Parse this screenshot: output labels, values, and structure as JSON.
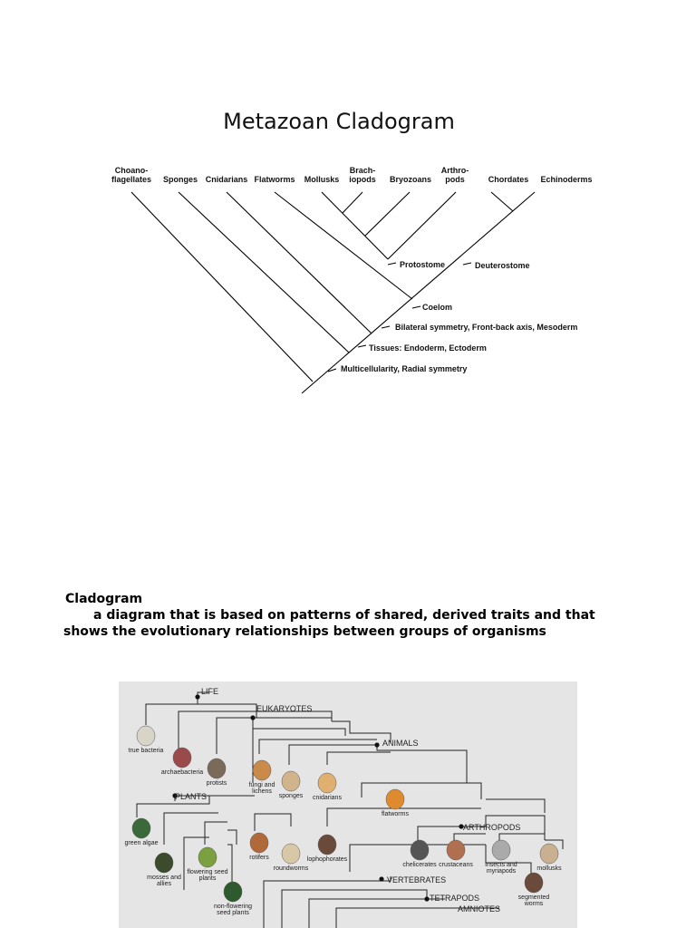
{
  "title": "Metazoan Cladogram",
  "taxa": [
    {
      "lines": [
        "Choano-",
        "flagellates"
      ]
    },
    {
      "lines": [
        "Sponges"
      ]
    },
    {
      "lines": [
        "Cnidarians"
      ]
    },
    {
      "lines": [
        "Flatworms"
      ]
    },
    {
      "lines": [
        "Mollusks"
      ]
    },
    {
      "lines": [
        "Brach-",
        "iopods"
      ]
    },
    {
      "lines": [
        "Bryozoans"
      ]
    },
    {
      "lines": [
        "Arthro-",
        "pods"
      ]
    },
    {
      "lines": [
        "Chordates"
      ]
    },
    {
      "lines": [
        "Echinoderms"
      ]
    }
  ],
  "traits": [
    "Protostome",
    "Deuterostome",
    "Coelom",
    "Bilateral symmetry, Front-back axis, Mesoderm",
    "Tissues: Endoderm, Ectoderm",
    "Multicellularity, Radial symmetry"
  ],
  "definition": {
    "term": "Cladogram",
    "text": "a diagram that is based on patterns of shared, derived traits and that shows the evolutionary relationships between groups of organisms"
  },
  "tree_of_life": {
    "clades": [
      "LIFE",
      "EUKARYOTES",
      "ANIMALS",
      "PLANTS",
      "ARTHROPODS",
      "VERTEBRATES",
      "TETRAPODS",
      "AMNIOTES"
    ],
    "organisms": [
      {
        "lines": [
          "true bacteria"
        ],
        "icon": "bacteria-jar-icon"
      },
      {
        "lines": [
          "archaebacteria"
        ],
        "icon": "archaebacteria-jar-icon"
      },
      {
        "lines": [
          "protists"
        ],
        "icon": "protist-icon"
      },
      {
        "lines": [
          "fungi and",
          "lichens"
        ],
        "icon": "mushroom-icon"
      },
      {
        "lines": [
          "sponges"
        ],
        "icon": "sponge-icon"
      },
      {
        "lines": [
          "cnidarians"
        ],
        "icon": "coral-icon"
      },
      {
        "lines": [
          "flatworms"
        ],
        "icon": "flatworm-icon"
      },
      {
        "lines": [
          "green algae"
        ],
        "icon": "algae-icon"
      },
      {
        "lines": [
          "mosses and",
          "allies"
        ],
        "icon": "moss-icon"
      },
      {
        "lines": [
          "flowering seed",
          "plants"
        ],
        "icon": "flower-icon"
      },
      {
        "lines": [
          "non-flowering",
          "seed plants"
        ],
        "icon": "conifer-icon"
      },
      {
        "lines": [
          "rotifers"
        ],
        "icon": "rotifer-icon"
      },
      {
        "lines": [
          "roundworms"
        ],
        "icon": "roundworm-jar-icon"
      },
      {
        "lines": [
          "lophophorates"
        ],
        "icon": "lophophorate-jar-icon"
      },
      {
        "lines": [
          "chelicerates"
        ],
        "icon": "chelicerate-icon"
      },
      {
        "lines": [
          "crustaceans"
        ],
        "icon": "crab-icon"
      },
      {
        "lines": [
          "insects and",
          "myriapods"
        ],
        "icon": "insect-icon"
      },
      {
        "lines": [
          "mollusks"
        ],
        "icon": "shell-icon"
      },
      {
        "lines": [
          "segmented",
          "worms"
        ],
        "icon": "worm-icon"
      }
    ]
  }
}
